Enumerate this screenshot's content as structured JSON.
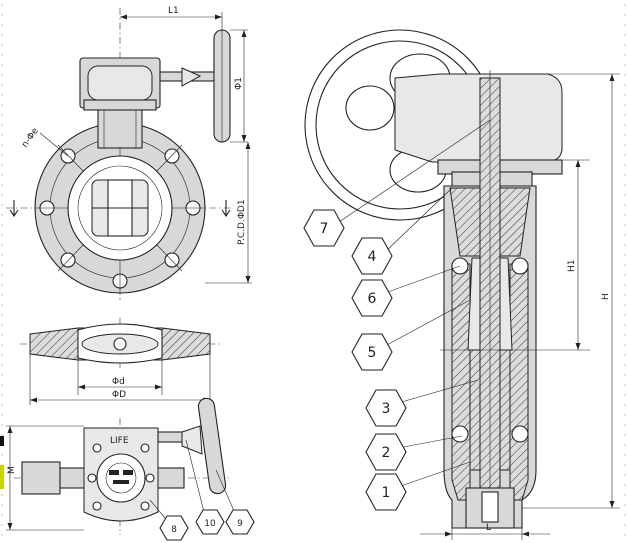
{
  "dimension_labels": {
    "L1": "L1",
    "phi1": "Φ1",
    "n_phi_e": "n-Φe",
    "pcd_phi_D1": "P.C.D.ΦD1",
    "phi_d": "Φd",
    "phi_D": "ΦD",
    "M": "M",
    "H1": "H1",
    "H": "H",
    "L": "L"
  },
  "gearbox_text": "LIFE",
  "callouts": [
    "1",
    "2",
    "3",
    "4",
    "5",
    "6",
    "7",
    "8",
    "9",
    "10"
  ],
  "colors": {
    "line": "#222222",
    "part_fill": "#d8d8d8",
    "accent_marker": "#c8d400"
  }
}
